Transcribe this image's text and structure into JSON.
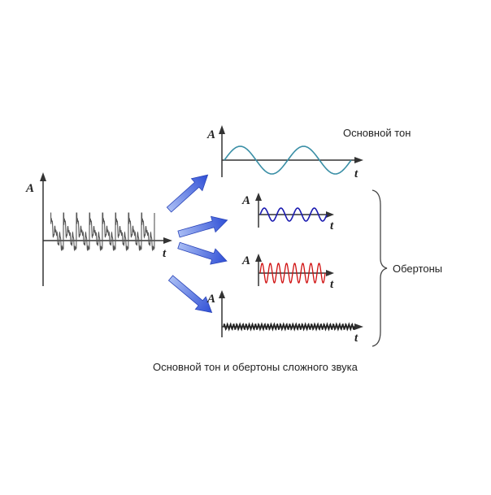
{
  "axis_labels": {
    "amplitude": "A",
    "time": "t"
  },
  "labels": {
    "fundamental": "Основной тон",
    "overtones": "Обертоны",
    "caption": "Основной тон и обертоны сложного звука"
  },
  "colors": {
    "axis": "#333333",
    "complex_wave": "#555555",
    "fundamental_wave": "#3a8fa6",
    "overtone_1_wave": "#1a1ab0",
    "overtone_2_wave": "#d01010",
    "overtone_3_wave": "#222222",
    "arrow_fill": "#3b5bd8",
    "arrow_light": "#9fb6f2"
  }
}
